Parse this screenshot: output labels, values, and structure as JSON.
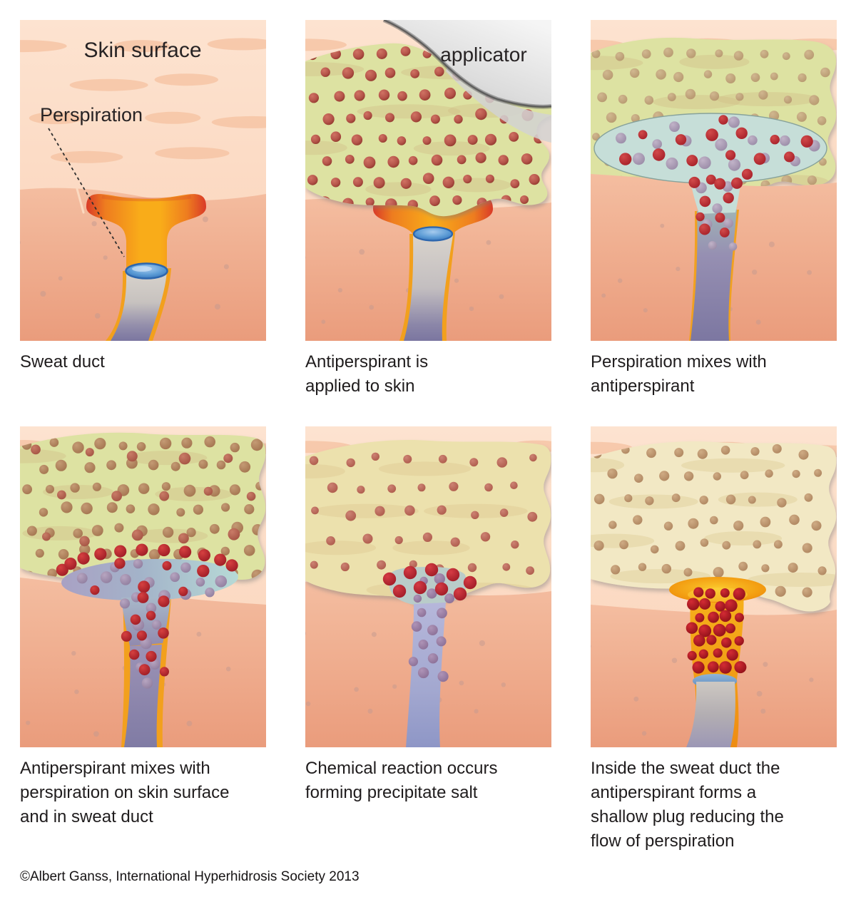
{
  "figure": {
    "panels": [
      {
        "id": "sweat-duct",
        "labels": {
          "skin_surface": "Skin surface",
          "perspiration": "Perspiration"
        },
        "caption_lines": [
          "Sweat duct"
        ]
      },
      {
        "id": "antiperspirant-applied",
        "labels": {
          "applicator": "applicator"
        },
        "caption_lines": [
          "Antiperspirant is",
          "applied to skin"
        ]
      },
      {
        "id": "perspiration-mixes",
        "caption_lines": [
          "Perspiration mixes with",
          "antiperspirant"
        ]
      },
      {
        "id": "mixes-surface-and-duct",
        "caption_lines": [
          "Antiperspirant mixes with",
          "perspiration on skin surface",
          "and in sweat duct"
        ]
      },
      {
        "id": "chemical-reaction",
        "caption_lines": [
          "Chemical reaction occurs",
          "forming precipitate salt"
        ]
      },
      {
        "id": "shallow-plug",
        "caption_lines": [
          "Inside the sweat duct the",
          "antiperspirant forms a",
          "shallow plug reducing the",
          "flow of perspiration"
        ]
      }
    ],
    "copyright": "©Albert Ganss, International Hyperhidrosis Society 2013",
    "colors": {
      "skin_surface": "#fbdcc7",
      "dermis": "#f0b193",
      "sweat_orange": "#f7a01b",
      "perspiration_blue": "#5b9bd5",
      "antiperspirant_layer": "#dde2a2",
      "reacting_layer": "#ece1ad",
      "salt_layer": "#f2e8c4",
      "antiperspirant_particle": "#b85c50",
      "precipitate_red": "#c5303a",
      "salt_particle_purple": "#a490b0",
      "mixture_teal": "#c6ded8",
      "duct_gray": "#c9c4bf",
      "duct_purple": "#8d89a8",
      "applicator_gray": "#d6d6d6",
      "text": "#231f20"
    }
  }
}
